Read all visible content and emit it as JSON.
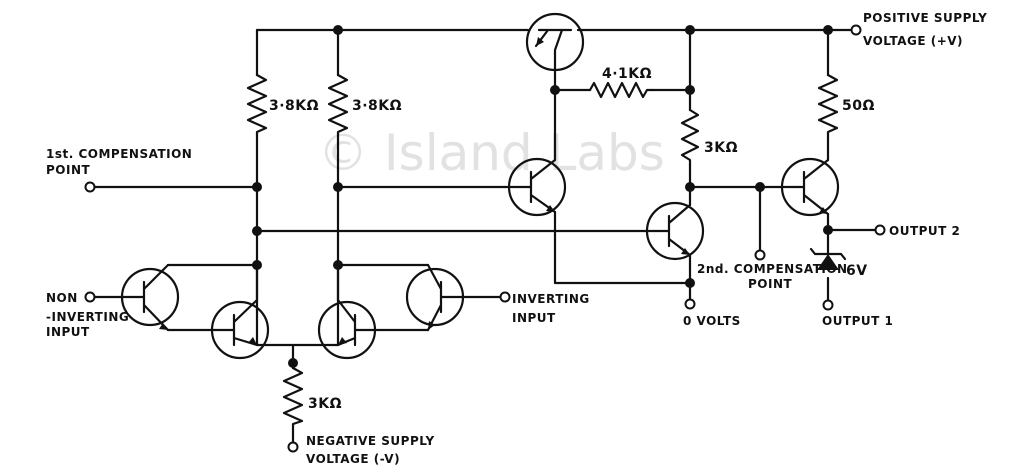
{
  "watermark": "© Island Labs",
  "labels": {
    "positive_supply_1": "POSITIVE SUPPLY",
    "positive_supply_2": "VOLTAGE (+V)",
    "comp1_1": "1st. COMPENSATION",
    "comp1_2": "POINT",
    "noninv_1": "NON",
    "noninv_2": "-INVERTING",
    "noninv_3": "INPUT",
    "inv_1": "INVERTING",
    "inv_2": "INPUT",
    "comp2_1": "2nd. COMPENSATION",
    "comp2_2": "POINT",
    "zero_volts": "0 VOLTS",
    "output2": "OUTPUT 2",
    "output1": "OUTPUT 1",
    "negative_supply_1": "NEGATIVE SUPPLY",
    "negative_supply_2": "VOLTAGE (-V)"
  },
  "values": {
    "r_left": "3·8KΩ",
    "r_mid": "3·8KΩ",
    "r_top": "4·1KΩ",
    "r_right_mid": "3KΩ",
    "r_out": "50Ω",
    "r_tail": "3KΩ",
    "zener": "6V"
  }
}
